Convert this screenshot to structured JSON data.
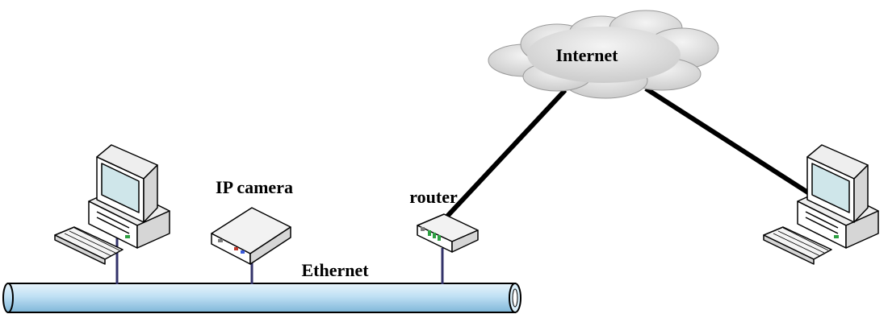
{
  "labels": {
    "internet": "Internet",
    "ip_camera": "IP camera",
    "router": "router",
    "ethernet": "Ethernet"
  },
  "colors": {
    "cable": "#000000",
    "drop_line": "#33336a",
    "bus_fill": "#bfe0f4",
    "bus_stroke": "#000000",
    "cloud_fill": "#e0e0e0",
    "device_body": "#ffffff",
    "device_stroke": "#000000",
    "screen": "#cfe6ea",
    "router_led": "#2ea043"
  },
  "nodes": [
    {
      "id": "pc-left",
      "type": "computer"
    },
    {
      "id": "ip-camera",
      "type": "camera"
    },
    {
      "id": "router",
      "type": "router"
    },
    {
      "id": "internet",
      "type": "cloud"
    },
    {
      "id": "pc-right",
      "type": "computer"
    }
  ],
  "links": [
    {
      "from": "router",
      "to": "internet",
      "style": "thick"
    },
    {
      "from": "internet",
      "to": "pc-right",
      "style": "thick"
    },
    {
      "from": "pc-left",
      "to": "ethernet",
      "style": "drop"
    },
    {
      "from": "ip-camera",
      "to": "ethernet",
      "style": "drop"
    },
    {
      "from": "router",
      "to": "ethernet",
      "style": "drop"
    }
  ]
}
